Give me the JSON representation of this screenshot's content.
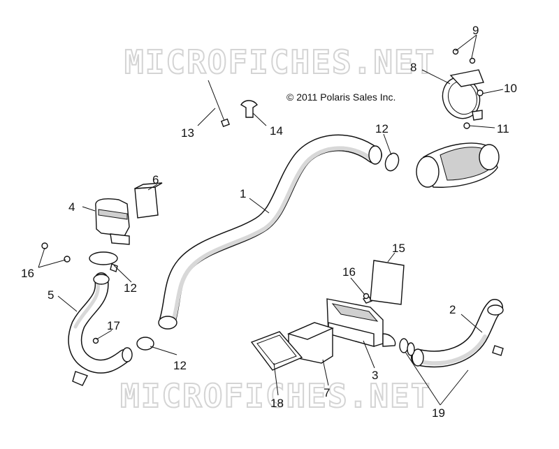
{
  "watermark": "MICROFICHES.NET",
  "copyright": "© 2011 Polaris Sales Inc.",
  "callouts": [
    "1",
    "2",
    "3",
    "4",
    "5",
    "6",
    "7",
    "8",
    "9",
    "10",
    "11",
    "12",
    "12",
    "12",
    "13",
    "14",
    "15",
    "16",
    "16",
    "17",
    "18",
    "19"
  ]
}
